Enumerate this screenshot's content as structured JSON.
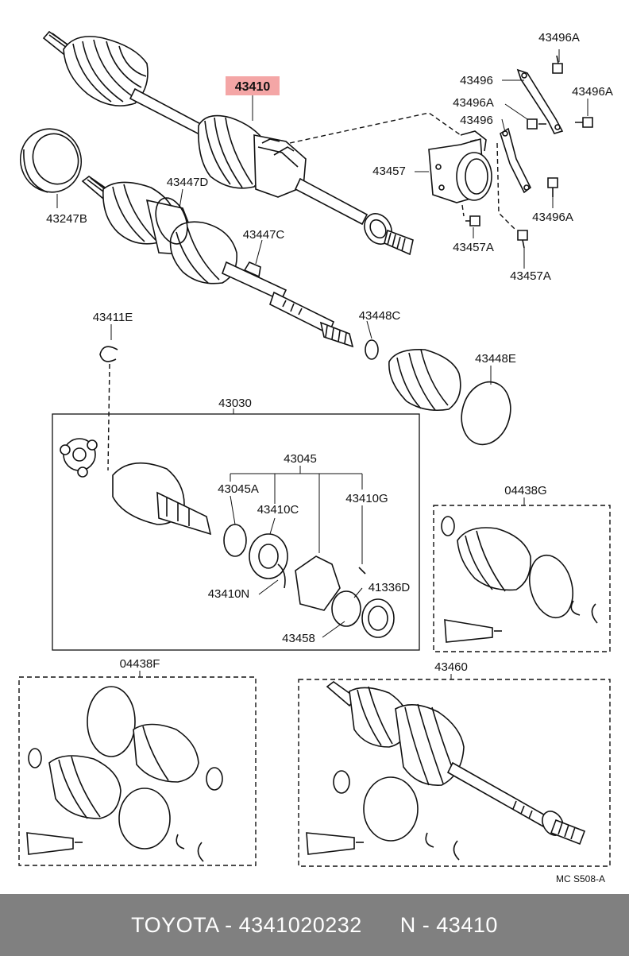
{
  "labels": {
    "l43410": "43410",
    "l43496A_1": "43496A",
    "l43496_1": "43496",
    "l43496A_2": "43496A",
    "l43496A_3": "43496A",
    "l43496_2": "43496",
    "l43457": "43457",
    "l43496A_4": "43496A",
    "l43457A_1": "43457A",
    "l43457A_2": "43457A",
    "l43447D": "43447D",
    "l43247B": "43247B",
    "l43447C": "43447C",
    "l43411E": "43411E",
    "l43448C": "43448C",
    "l43448E": "43448E",
    "l43030": "43030",
    "l43045": "43045",
    "l43045A": "43045A",
    "l43410C": "43410C",
    "l43410G": "43410G",
    "l43410N": "43410N",
    "l41336D": "41336D",
    "l43458": "43458",
    "l04438G": "04438G",
    "l04438F": "04438F",
    "l43460": "43460"
  },
  "diagram_ref": "MC S508-A",
  "highlight_color": "#f4a6a6",
  "footer": {
    "text": "TOYOTA - 4341020232      N - 43410",
    "background": "#808080",
    "color": "#ffffff"
  }
}
